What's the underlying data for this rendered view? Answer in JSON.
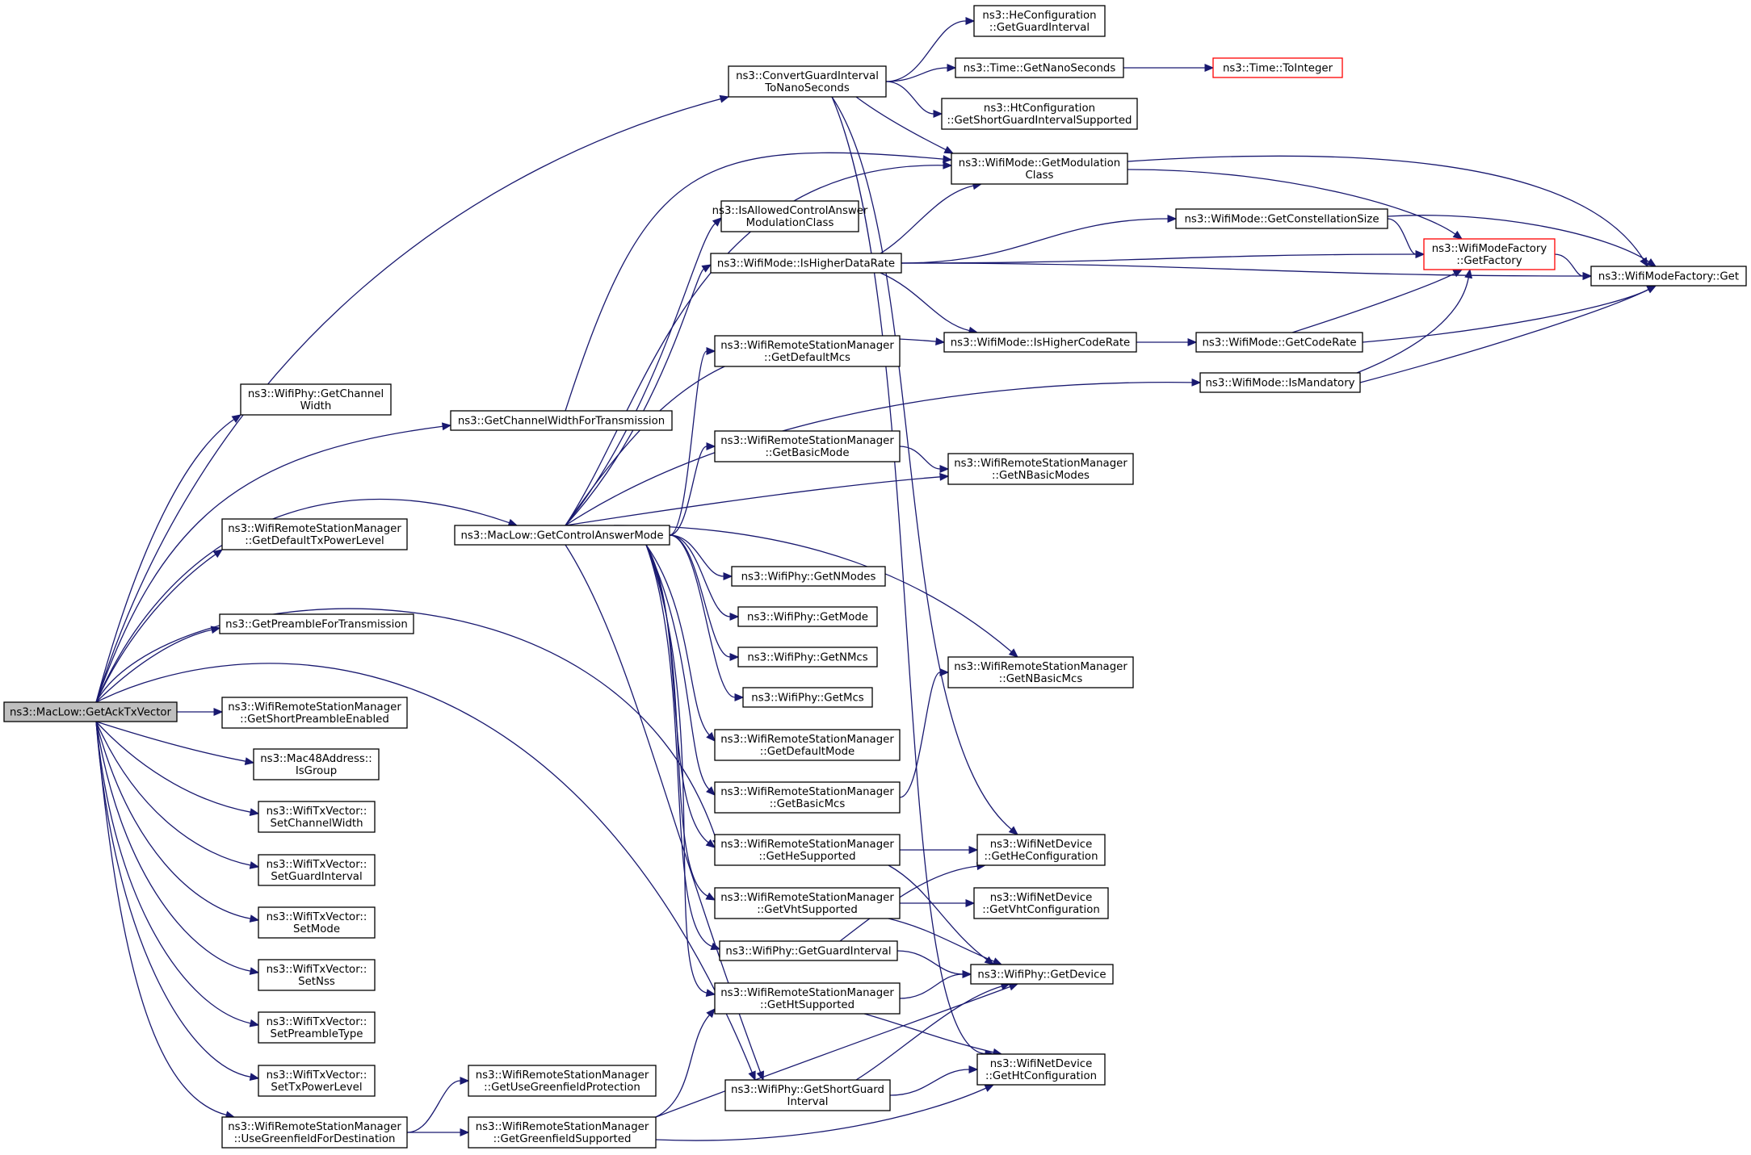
{
  "diagram": {
    "title": "",
    "colors": {
      "edge": "#191970",
      "root_fill": "#bfbfbf",
      "node_border": "#000000",
      "truncated_border": "#ff0000"
    },
    "nodes": [
      {
        "id": "root",
        "lines": [
          "ns3::MacLow::GetAckTxVector"
        ],
        "style": "root"
      },
      {
        "id": "cgi",
        "lines": [
          "ns3::ConvertGuardInterval",
          "ToNanoSeconds"
        ]
      },
      {
        "id": "hecfg_gi",
        "lines": [
          "ns3::HeConfiguration",
          "::GetGuardInterval"
        ]
      },
      {
        "id": "time_ns",
        "lines": [
          "ns3::Time::GetNanoSeconds"
        ]
      },
      {
        "id": "time_int",
        "lines": [
          "ns3::Time::ToInteger"
        ],
        "style": "truncated"
      },
      {
        "id": "htcfg",
        "lines": [
          "ns3::HtConfiguration",
          "::GetShortGuardIntervalSupported"
        ]
      },
      {
        "id": "getmodclass",
        "lines": [
          "ns3::WifiMode::GetModulation",
          "Class"
        ]
      },
      {
        "id": "isallowed",
        "lines": [
          "ns3::IsAllowedControlAnswer",
          "ModulationClass"
        ]
      },
      {
        "id": "constsize",
        "lines": [
          "ns3::WifiMode::GetConstellationSize"
        ]
      },
      {
        "id": "factory",
        "lines": [
          "ns3::WifiModeFactory",
          "::GetFactory"
        ],
        "style": "truncated"
      },
      {
        "id": "ishigherdr",
        "lines": [
          "ns3::WifiMode::IsHigherDataRate"
        ]
      },
      {
        "id": "factory_get",
        "lines": [
          "ns3::WifiModeFactory::Get"
        ]
      },
      {
        "id": "ishighercr",
        "lines": [
          "ns3::WifiMode::IsHigherCodeRate"
        ]
      },
      {
        "id": "getcoderate",
        "lines": [
          "ns3::WifiMode::GetCodeRate"
        ]
      },
      {
        "id": "defaultmcs",
        "lines": [
          "ns3::WifiRemoteStationManager",
          "::GetDefaultMcs"
        ]
      },
      {
        "id": "ismandatory",
        "lines": [
          "ns3::WifiMode::IsMandatory"
        ]
      },
      {
        "id": "chwidth",
        "lines": [
          "ns3::WifiPhy::GetChannel",
          "Width"
        ]
      },
      {
        "id": "chwidthtx",
        "lines": [
          "ns3::GetChannelWidthForTransmission"
        ]
      },
      {
        "id": "basicmode",
        "lines": [
          "ns3::WifiRemoteStationManager",
          "::GetBasicMode"
        ]
      },
      {
        "id": "nbasicmodes",
        "lines": [
          "ns3::WifiRemoteStationManager",
          "::GetNBasicModes"
        ]
      },
      {
        "id": "ctrlanswer",
        "lines": [
          "ns3::MacLow::GetControlAnswerMode"
        ]
      },
      {
        "id": "deftxpower",
        "lines": [
          "ns3::WifiRemoteStationManager",
          "::GetDefaultTxPowerLevel"
        ]
      },
      {
        "id": "nmodes",
        "lines": [
          "ns3::WifiPhy::GetNModes"
        ]
      },
      {
        "id": "getmode",
        "lines": [
          "ns3::WifiPhy::GetMode"
        ]
      },
      {
        "id": "preamble",
        "lines": [
          "ns3::GetPreambleForTransmission"
        ]
      },
      {
        "id": "nmcs",
        "lines": [
          "ns3::WifiPhy::GetNMcs"
        ]
      },
      {
        "id": "nbasicmcs",
        "lines": [
          "ns3::WifiRemoteStationManager",
          "::GetNBasicMcs"
        ]
      },
      {
        "id": "getmcs",
        "lines": [
          "ns3::WifiPhy::GetMcs"
        ]
      },
      {
        "id": "shortpreamble",
        "lines": [
          "ns3::WifiRemoteStationManager",
          "::GetShortPreambleEnabled"
        ]
      },
      {
        "id": "defaultmode",
        "lines": [
          "ns3::WifiRemoteStationManager",
          "::GetDefaultMode"
        ]
      },
      {
        "id": "isgroup",
        "lines": [
          "ns3::Mac48Address::",
          "IsGroup"
        ]
      },
      {
        "id": "basicmcs",
        "lines": [
          "ns3::WifiRemoteStationManager",
          "::GetBasicMcs"
        ]
      },
      {
        "id": "setchwidth",
        "lines": [
          "ns3::WifiTxVector::",
          "SetChannelWidth"
        ]
      },
      {
        "id": "hesupported",
        "lines": [
          "ns3::WifiRemoteStationManager",
          "::GetHeSupported"
        ]
      },
      {
        "id": "hecfg",
        "lines": [
          "ns3::WifiNetDevice",
          "::GetHeConfiguration"
        ]
      },
      {
        "id": "setgi",
        "lines": [
          "ns3::WifiTxVector::",
          "SetGuardInterval"
        ]
      },
      {
        "id": "vhtsupported",
        "lines": [
          "ns3::WifiRemoteStationManager",
          "::GetVhtSupported"
        ]
      },
      {
        "id": "vhtcfg",
        "lines": [
          "ns3::WifiNetDevice",
          "::GetVhtConfiguration"
        ]
      },
      {
        "id": "setmode",
        "lines": [
          "ns3::WifiTxVector::",
          "SetMode"
        ]
      },
      {
        "id": "phygi",
        "lines": [
          "ns3::WifiPhy::GetGuardInterval"
        ]
      },
      {
        "id": "getdevice",
        "lines": [
          "ns3::WifiPhy::GetDevice"
        ]
      },
      {
        "id": "setnss",
        "lines": [
          "ns3::WifiTxVector::",
          "SetNss"
        ]
      },
      {
        "id": "htsupported",
        "lines": [
          "ns3::WifiRemoteStationManager",
          "::GetHtSupported"
        ]
      },
      {
        "id": "setpreamble",
        "lines": [
          "ns3::WifiTxVector::",
          "SetPreambleType"
        ]
      },
      {
        "id": "htcfgdev",
        "lines": [
          "ns3::WifiNetDevice",
          "::GetHtConfiguration"
        ]
      },
      {
        "id": "shortgi",
        "lines": [
          "ns3::WifiPhy::GetShortGuard",
          "Interval"
        ]
      },
      {
        "id": "settxpower",
        "lines": [
          "ns3::WifiTxVector::",
          "SetTxPowerLevel"
        ]
      },
      {
        "id": "usegfprot",
        "lines": [
          "ns3::WifiRemoteStationManager",
          "::GetUseGreenfieldProtection"
        ]
      },
      {
        "id": "usegffordest",
        "lines": [
          "ns3::WifiRemoteStationManager",
          "::UseGreenfieldForDestination"
        ]
      },
      {
        "id": "gfsupported",
        "lines": [
          "ns3::WifiRemoteStationManager",
          "::GetGreenfieldSupported"
        ]
      }
    ],
    "edges": [
      [
        "root",
        "cgi"
      ],
      [
        "root",
        "chwidth"
      ],
      [
        "root",
        "chwidthtx"
      ],
      [
        "root",
        "ctrlanswer"
      ],
      [
        "root",
        "deftxpower"
      ],
      [
        "root",
        "preamble"
      ],
      [
        "root",
        "shortpreamble"
      ],
      [
        "root",
        "isgroup"
      ],
      [
        "root",
        "setchwidth"
      ],
      [
        "root",
        "setgi"
      ],
      [
        "root",
        "setmode"
      ],
      [
        "root",
        "setnss"
      ],
      [
        "root",
        "setpreamble"
      ],
      [
        "root",
        "settxpower"
      ],
      [
        "root",
        "usegffordest"
      ],
      [
        "root",
        "shortgi"
      ],
      [
        "root",
        "hesupported"
      ],
      [
        "cgi",
        "hecfg_gi"
      ],
      [
        "cgi",
        "time_ns"
      ],
      [
        "cgi",
        "htcfg"
      ],
      [
        "cgi",
        "getmodclass"
      ],
      [
        "cgi",
        "hecfg"
      ],
      [
        "cgi",
        "htcfgdev"
      ],
      [
        "time_ns",
        "time_int"
      ],
      [
        "getmodclass",
        "factory"
      ],
      [
        "getmodclass",
        "factory_get"
      ],
      [
        "chwidthtx",
        "getmodclass"
      ],
      [
        "ctrlanswer",
        "getmodclass"
      ],
      [
        "ctrlanswer",
        "isallowed"
      ],
      [
        "ctrlanswer",
        "ishigherdr"
      ],
      [
        "ctrlanswer",
        "ishighercr"
      ],
      [
        "ctrlanswer",
        "defaultmcs"
      ],
      [
        "ctrlanswer",
        "ismandatory"
      ],
      [
        "ctrlanswer",
        "basicmode"
      ],
      [
        "ctrlanswer",
        "nbasicmodes"
      ],
      [
        "ctrlanswer",
        "nmodes"
      ],
      [
        "ctrlanswer",
        "getmode"
      ],
      [
        "ctrlanswer",
        "nmcs"
      ],
      [
        "ctrlanswer",
        "getmcs"
      ],
      [
        "ctrlanswer",
        "nbasicmcs"
      ],
      [
        "ctrlanswer",
        "defaultmode"
      ],
      [
        "ctrlanswer",
        "basicmcs"
      ],
      [
        "ctrlanswer",
        "hesupported"
      ],
      [
        "ctrlanswer",
        "vhtsupported"
      ],
      [
        "ctrlanswer",
        "phygi"
      ],
      [
        "ctrlanswer",
        "htsupported"
      ],
      [
        "ctrlanswer",
        "shortgi"
      ],
      [
        "ishigherdr",
        "getmodclass"
      ],
      [
        "ishigherdr",
        "constsize"
      ],
      [
        "ishigherdr",
        "factory"
      ],
      [
        "ishigherdr",
        "factory_get"
      ],
      [
        "ishigherdr",
        "ishighercr"
      ],
      [
        "constsize",
        "factory"
      ],
      [
        "constsize",
        "factory_get"
      ],
      [
        "factory",
        "factory_get"
      ],
      [
        "ishighercr",
        "getcoderate"
      ],
      [
        "getcoderate",
        "factory"
      ],
      [
        "getcoderate",
        "factory_get"
      ],
      [
        "ismandatory",
        "factory"
      ],
      [
        "ismandatory",
        "factory_get"
      ],
      [
        "basicmode",
        "nbasicmodes"
      ],
      [
        "basicmcs",
        "nbasicmcs"
      ],
      [
        "hesupported",
        "hecfg"
      ],
      [
        "hesupported",
        "getdevice"
      ],
      [
        "vhtsupported",
        "vhtcfg"
      ],
      [
        "vhtsupported",
        "getdevice"
      ],
      [
        "phygi",
        "hecfg"
      ],
      [
        "phygi",
        "getdevice"
      ],
      [
        "htsupported",
        "getdevice"
      ],
      [
        "htsupported",
        "htcfgdev"
      ],
      [
        "shortgi",
        "getdevice"
      ],
      [
        "shortgi",
        "htcfgdev"
      ],
      [
        "usegffordest",
        "usegfprot"
      ],
      [
        "usegffordest",
        "gfsupported"
      ],
      [
        "gfsupported",
        "htsupported"
      ],
      [
        "gfsupported",
        "getdevice"
      ],
      [
        "gfsupported",
        "htcfgdev"
      ]
    ]
  }
}
